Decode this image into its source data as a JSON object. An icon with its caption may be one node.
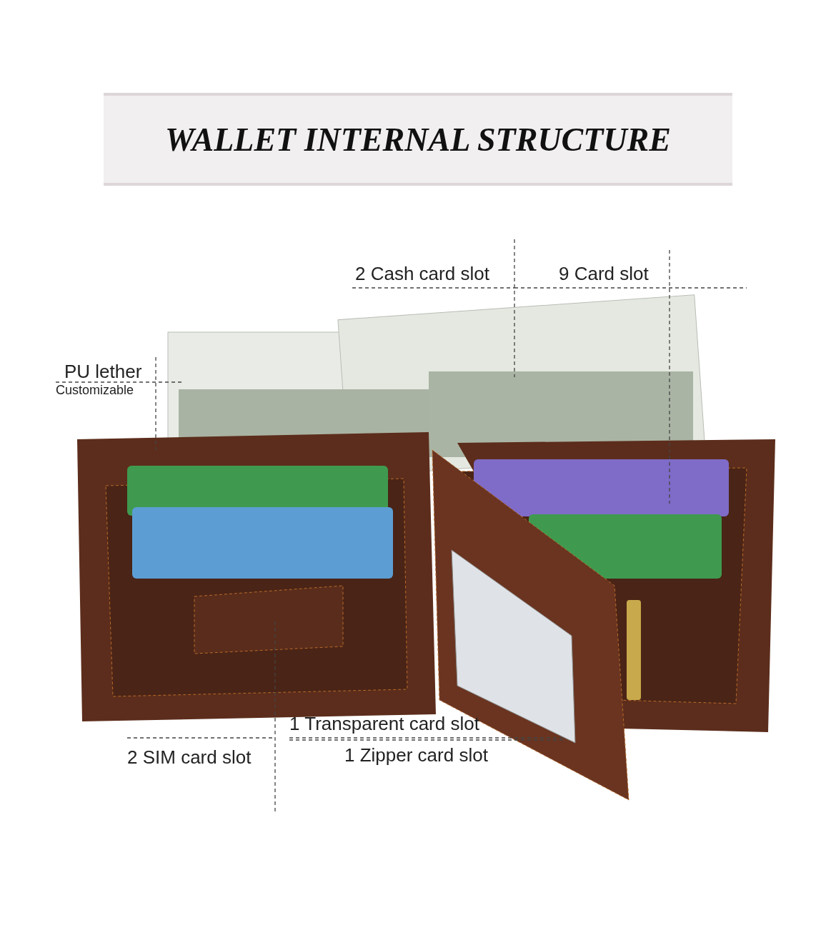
{
  "diagram": {
    "title": "WALLET INTERNAL STRUCTURE",
    "nodes": [
      {
        "text": [
          "2 Cash card slot"
        ]
      },
      {
        "text": [
          "9 Card slot"
        ]
      },
      {
        "text": [
          "PU lether",
          "Customizable"
        ]
      },
      {
        "text": [
          "1 Transparent card slot"
        ]
      },
      {
        "text": [
          "2 SIM card slot"
        ]
      },
      {
        "text": [
          "1 Zipper card slot"
        ]
      }
    ],
    "edges": [
      {
        "from": 0,
        "to": null,
        "arrow": "none",
        "style": "dashed"
      },
      {
        "from": 1,
        "to": null,
        "arrow": "none",
        "style": "dashed"
      },
      {
        "from": 2,
        "to": null,
        "arrow": "none",
        "style": "dashed"
      },
      {
        "from": 3,
        "to": null,
        "arrow": "none",
        "style": "dashed"
      },
      {
        "from": 4,
        "to": null,
        "arrow": "none",
        "style": "dashed"
      },
      {
        "from": 5,
        "to": null,
        "arrow": "none",
        "style": "dashed"
      }
    ]
  }
}
